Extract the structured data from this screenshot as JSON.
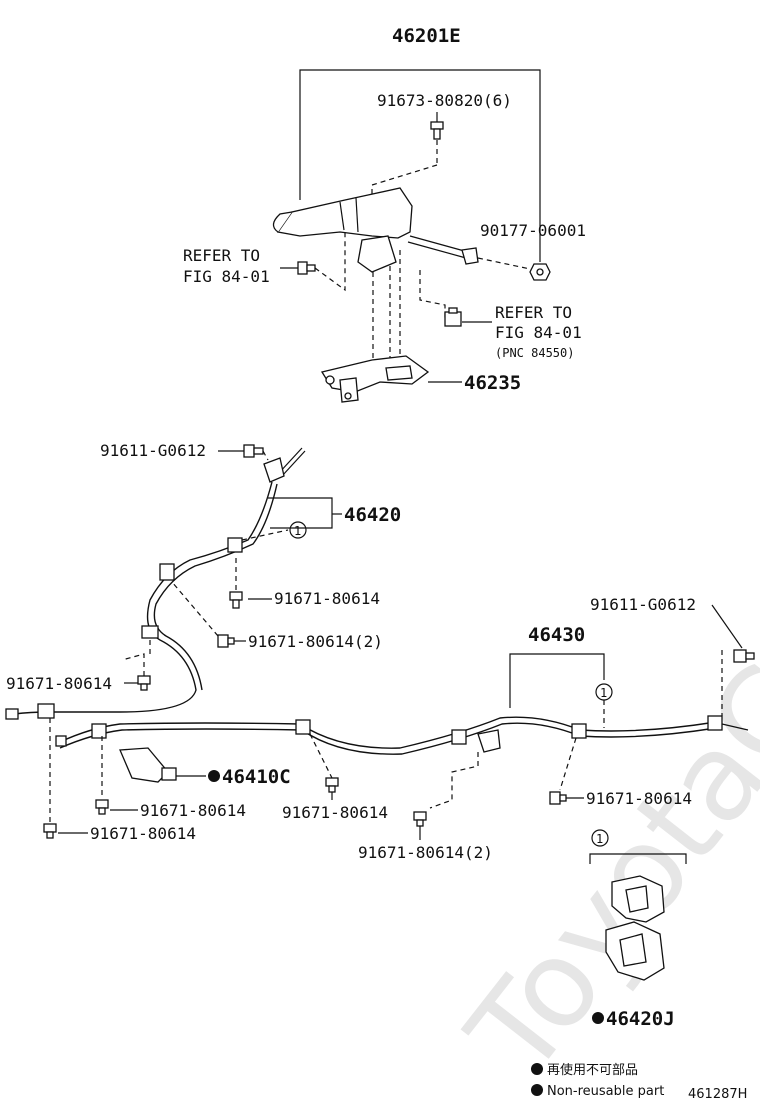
{
  "watermark": "ToyotaCarMine.ru",
  "parts": {
    "lever_assembly": "46201E",
    "bolt_top": "91673-80820(6)",
    "nut_right": "90177-06001",
    "refer_left_line1": "REFER TO",
    "refer_left_line2": "FIG 84-01",
    "refer_right_line1": "REFER TO",
    "refer_right_line2": "FIG 84-01",
    "refer_right_pnc": "(PNC 84550)",
    "bracket": "46235",
    "bolt_cable1": "91611-G0612",
    "cable_front": "46420",
    "clamp_bolt_a": "91671-80614",
    "clamp_bolt_b": "91671-80614(2)",
    "clamp_bolt_left": "91671-80614",
    "bolt_cable2": "91611-G0612",
    "cable_rear": "46430",
    "retainer": "46410C",
    "clamp_bolt_c": "91671-80614",
    "clamp_bolt_d": "91671-80614",
    "clamp_bolt_e": "91671-80614",
    "clamp_bolt_f": "91671-80614",
    "clamp_bolt_g": "91671-80614(2)",
    "clip": "46420J",
    "callout_ref": "1"
  },
  "legend": {
    "line1": "再使用不可部品",
    "line2": "Non-reusable part"
  },
  "figure_id": "461287H"
}
